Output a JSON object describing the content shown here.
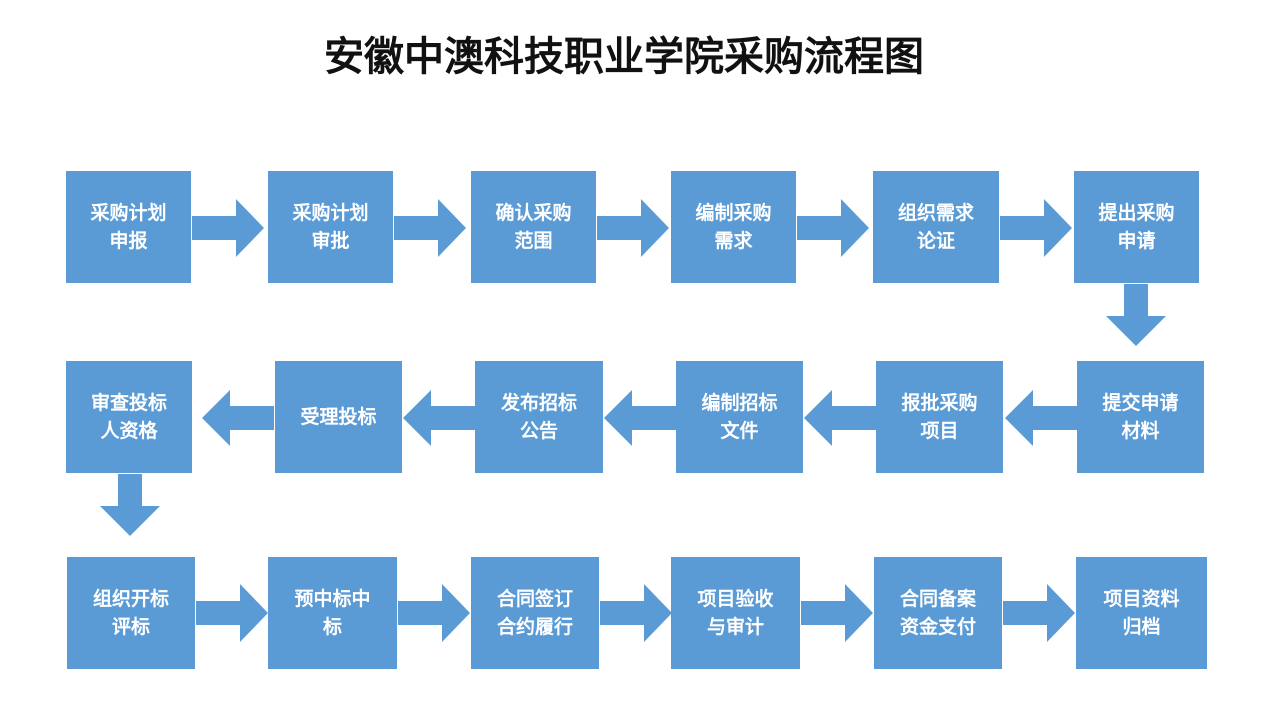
{
  "title": "安徽中澳科技职业学院采购流程图",
  "colors": {
    "box_fill": "#5b9bd5",
    "arrow_fill": "#5b9bd5",
    "box_text": "#ffffff",
    "title_text": "#111111"
  },
  "steps": [
    {
      "label": "采购计划申报"
    },
    {
      "label": "采购计划审批"
    },
    {
      "label": "确认采购范围"
    },
    {
      "label": "编制采购需求"
    },
    {
      "label": "组织需求论证"
    },
    {
      "label": "提出采购申请"
    },
    {
      "label": "提交申请材料"
    },
    {
      "label": "报批采购项目"
    },
    {
      "label": "编制招标文件"
    },
    {
      "label": "发布招标公告"
    },
    {
      "label": "受理投标"
    },
    {
      "label": "审查投标人资格"
    },
    {
      "label": "组织开标评标"
    },
    {
      "label": "预中标中标"
    },
    {
      "label": "合同签订合约履行"
    },
    {
      "label": "项目验收与审计"
    },
    {
      "label": "合同备案资金支付"
    },
    {
      "label": "项目资料归档"
    }
  ]
}
